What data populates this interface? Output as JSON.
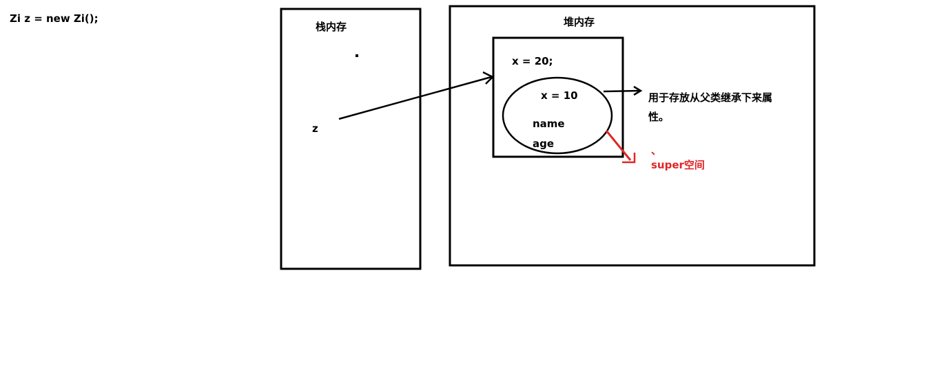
{
  "code_line": "Zi z = new Zi();",
  "stack": {
    "title": "栈内存",
    "variable": "z"
  },
  "heap": {
    "title": "堆内存",
    "object_field": "x = 20;",
    "super_space": {
      "field_x": "x  = 10",
      "field_name": "name",
      "field_age": "age",
      "label": "super空间",
      "mark": "、"
    },
    "note": "用于存放从父类继承下来属性。"
  },
  "colors": {
    "line": "#000000",
    "highlight": "#e02525",
    "background": "#ffffff"
  }
}
